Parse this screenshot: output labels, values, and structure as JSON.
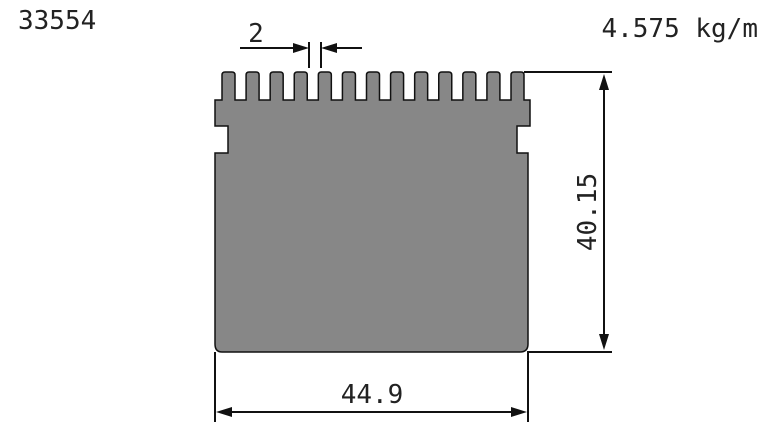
{
  "header": {
    "part_number": "33554",
    "weight": "4.575 kg/m"
  },
  "dimensions": {
    "width": "44.9",
    "height": "40.15",
    "fin_gap": "2"
  },
  "profile": {
    "fin_count": 13,
    "fill_color": "#878787",
    "outline_color": "#111111"
  }
}
